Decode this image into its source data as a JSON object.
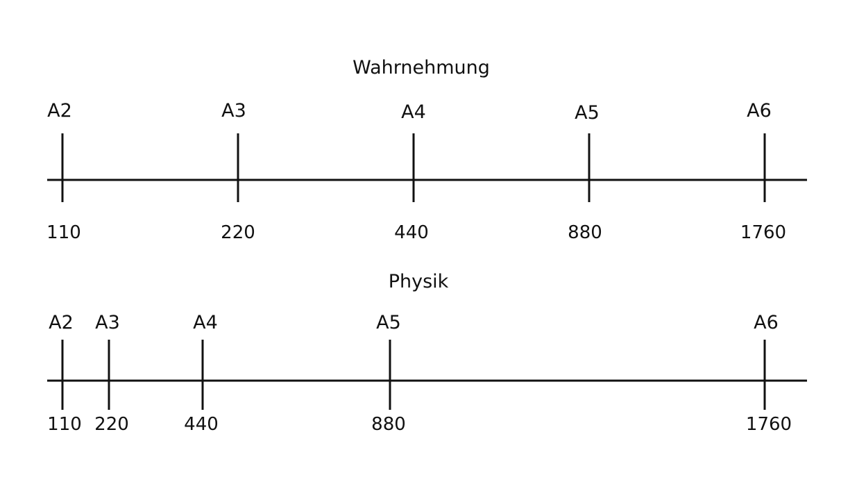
{
  "panels": [
    {
      "title": "Wahrnehmung",
      "ticks": [
        {
          "note": "A2",
          "freq": "110"
        },
        {
          "note": "A3",
          "freq": "220"
        },
        {
          "note": "A4",
          "freq": "440"
        },
        {
          "note": "A5",
          "freq": "880"
        },
        {
          "note": "A6",
          "freq": "1760"
        }
      ]
    },
    {
      "title": "Physik",
      "ticks": [
        {
          "note": "A2",
          "freq": "110"
        },
        {
          "note": "A3",
          "freq": "220"
        },
        {
          "note": "A4",
          "freq": "440"
        },
        {
          "note": "A5",
          "freq": "880"
        },
        {
          "note": "A6",
          "freq": "1760"
        }
      ]
    }
  ]
}
